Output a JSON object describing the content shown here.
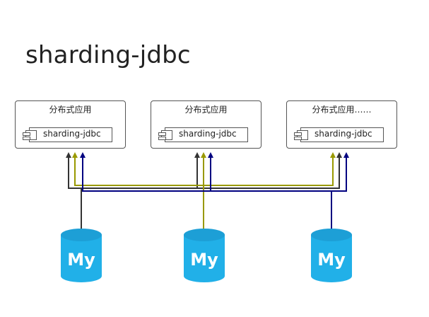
{
  "title": "sharding-jdbc",
  "apps": [
    {
      "label": "分布式应用",
      "component": "sharding-jdbc"
    },
    {
      "label": "分布式应用",
      "component": "sharding-jdbc"
    },
    {
      "label": "分布式应用……",
      "component": "sharding-jdbc"
    }
  ],
  "databases": [
    {
      "logo_text": "My",
      "wire_color": "#333333"
    },
    {
      "logo_text": "My",
      "wire_color": "#999900"
    },
    {
      "logo_text": "My",
      "wire_color": "#000080"
    }
  ],
  "colors": {
    "db_body": "#21B0E8",
    "db_top": "#1D9FD6",
    "wire_black": "#333333",
    "wire_olive": "#999900",
    "wire_navy": "#000080"
  }
}
